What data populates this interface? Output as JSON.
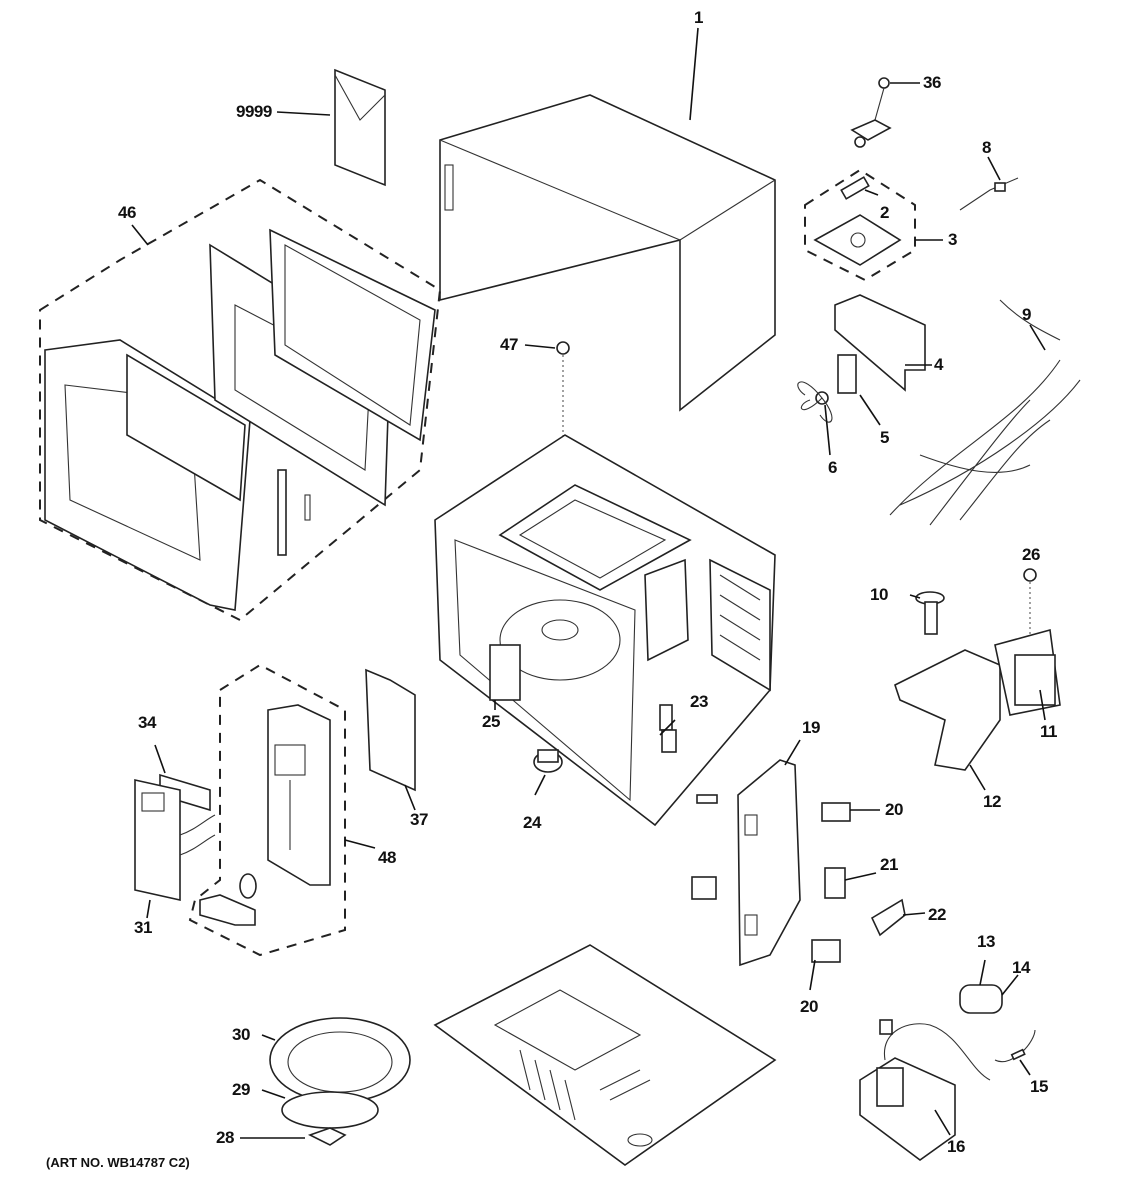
{
  "diagram": {
    "type": "exploded-parts-diagram",
    "subject": "microwave oven",
    "art_number": "(ART NO. WB14787 C2)",
    "callouts": [
      "9999",
      "1",
      "36",
      "8",
      "2",
      "3",
      "46",
      "47",
      "9",
      "4",
      "5",
      "6",
      "26",
      "10",
      "11",
      "12",
      "25",
      "23",
      "34",
      "37",
      "48",
      "31",
      "19",
      "20",
      "24",
      "21",
      "22",
      "20",
      "13",
      "14",
      "30",
      "15",
      "29",
      "16",
      "28"
    ]
  }
}
